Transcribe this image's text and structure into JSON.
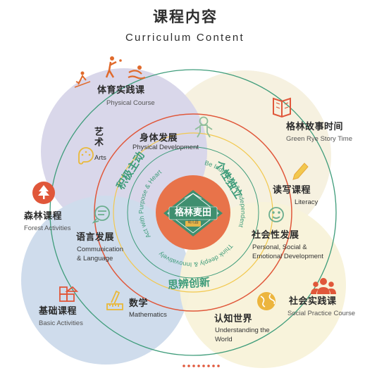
{
  "title": {
    "cn": "课程内容",
    "en": "Curriculum Content"
  },
  "center_logo": {
    "name": "格林麦田",
    "sub": "幼儿园"
  },
  "inner_ring": {
    "left_cn": "积极主动",
    "left_en": "Act with Purpose & Heart",
    "right_cn": "个性独立",
    "right_en": "Be Individual & Independent",
    "bottom_cn": "思辨创新",
    "bottom_en": "Think deeply & Innovatively"
  },
  "areas": {
    "physical_development": {
      "cn": "身体发展",
      "en": "Physical Development"
    },
    "arts": {
      "cn": "艺术",
      "en": "Arts"
    },
    "communication": {
      "cn": "语言发展",
      "en1": "Communication",
      "en2": "& Language"
    },
    "mathematics": {
      "cn": "数学",
      "en": "Mathematics"
    },
    "understanding_world": {
      "cn": "认知世界",
      "en1": "Understanding the",
      "en2": "World"
    },
    "personal_social": {
      "cn": "社会性发展",
      "en1": "Personal, Social &",
      "en2": "Emotional Development"
    },
    "literacy": {
      "cn": "读写课程",
      "en": "Literacy"
    }
  },
  "courses": {
    "physical_course": {
      "cn": "体育实践课",
      "en": "Physical Course"
    },
    "green_rye": {
      "cn": "格林故事时间",
      "en": "Green Rye Story Time"
    },
    "forest": {
      "cn": "森林课程",
      "en": "Forest Activities"
    },
    "basic": {
      "cn": "基础课程",
      "en": "Basic Activities"
    },
    "social_practice": {
      "cn": "社会实践课",
      "en": "Social Practice Course"
    }
  },
  "icons": [
    "sports-icon",
    "gingerbread-icon",
    "palette-icon",
    "book-icon",
    "pencil-icon",
    "chat-bubble-icon",
    "smiley-chat-icon",
    "tree-icon",
    "building-blocks-icon",
    "ruler-pencil-icon",
    "globe-icon",
    "people-icon"
  ],
  "colors": {
    "purple_circle": "#d8d6e9",
    "blue_circle": "#cfdcec",
    "yellow_circle": "#f8f1d8",
    "green_ring": "#3e9c7a",
    "red_ring": "#e0573a",
    "orange_accent": "#e06a2c",
    "yellow_ring": "#f2c84e",
    "center_orange": "#e8734a",
    "logo_green": "#3f8f6f"
  }
}
